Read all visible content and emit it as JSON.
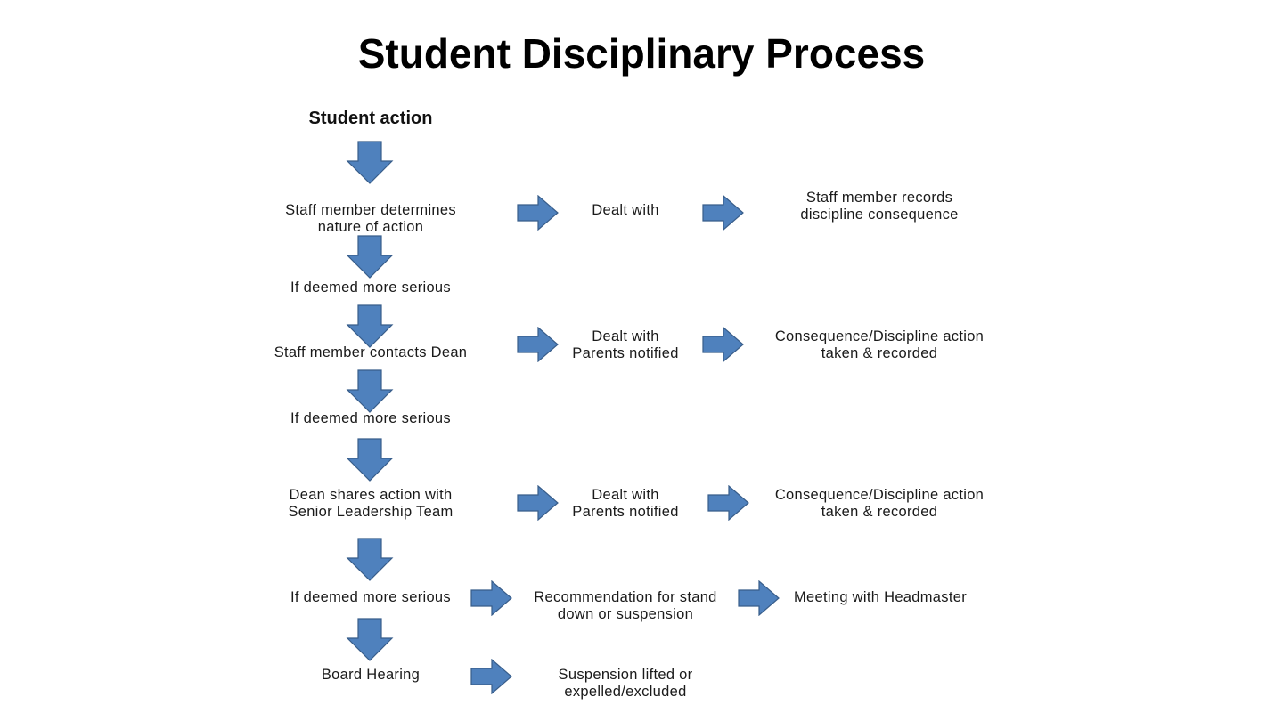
{
  "title": "Student Disciplinary Process",
  "start": "Student action",
  "colors": {
    "arrow_fill": "#4f81bd",
    "arrow_stroke": "#385d8a"
  },
  "rows": [
    {
      "main": "Staff member determines\nnature of action",
      "outcome": "Dealt with",
      "result": "Staff member records\ndiscipline consequence"
    },
    {
      "main": "Staff member contacts Dean",
      "outcome": "Dealt with\nParents notified",
      "result": "Consequence/Discipline action\ntaken & recorded"
    },
    {
      "main": "Dean shares action with\nSenior Leadership Team",
      "outcome": "Dealt with\nParents notified",
      "result": "Consequence/Discipline action\ntaken & recorded"
    },
    {
      "main": "If deemed more serious",
      "outcome": "Recommendation for stand\ndown or suspension",
      "result": "Meeting with Headmaster"
    },
    {
      "main": "Board Hearing",
      "outcome": "Suspension lifted or\nexpelled/excluded"
    }
  ],
  "escalations": [
    "If deemed more serious",
    "If deemed more serious"
  ]
}
